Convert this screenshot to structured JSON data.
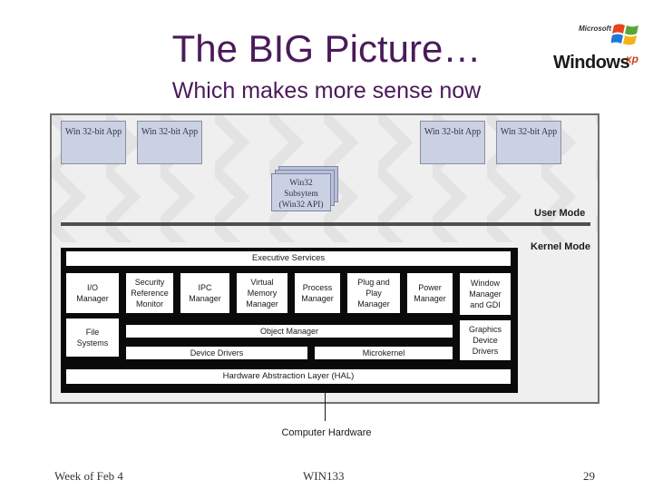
{
  "slide": {
    "title": "The BIG Picture…",
    "subtitle": "Which makes more sense now"
  },
  "logo": {
    "maker": "Microsoft",
    "name": "Windows",
    "suffix": "xp"
  },
  "user_space": {
    "apps": [
      "Win 32-bit App",
      "Win 32-bit App",
      "Win 32-bit App",
      "Win 32-bit App"
    ],
    "subsystem": [
      "Win32",
      "Subsytem",
      "(Win32 API)"
    ],
    "user_mode_label": "User Mode",
    "kernel_mode_label": "Kernel Mode"
  },
  "kernel": {
    "executive_services": "Executive Services",
    "components": {
      "io_manager": [
        "I/O",
        "Manager"
      ],
      "security": [
        "Security",
        "Reference",
        "Monitor"
      ],
      "ipc": [
        "IPC",
        "Manager"
      ],
      "vmm": [
        "Virtual",
        "Memory",
        "Manager"
      ],
      "process": [
        "Process",
        "Manager"
      ],
      "pnp": [
        "Plug and",
        "Play",
        "Manager"
      ],
      "power": [
        "Power",
        "Manager"
      ],
      "window": [
        "Window",
        "Manager",
        "and GDI"
      ],
      "file_systems": [
        "File",
        "Systems"
      ],
      "graphics": [
        "Graphics",
        "Device",
        "Drivers"
      ]
    },
    "object_manager": "Object Manager",
    "device_drivers": "Device Drivers",
    "microkernel": "Microkernel",
    "hal": "Hardware Abstraction Layer (HAL)"
  },
  "hardware": "Computer Hardware",
  "footer": {
    "left": "Week of Feb 4",
    "center": "WIN133",
    "page": "29"
  },
  "colors": {
    "title": "#4a1a5a",
    "app_box": "#c9d1e3",
    "kernel_bg": "#0a0a0a",
    "diagram_bg": "#efefef"
  }
}
